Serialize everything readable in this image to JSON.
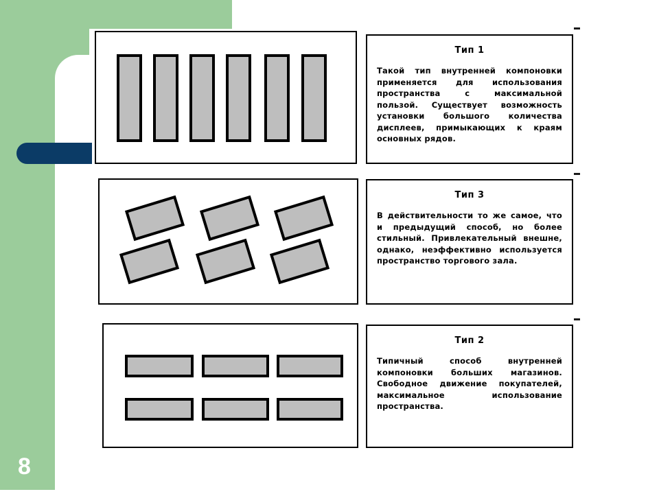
{
  "slide": {
    "page_number": "8",
    "accent_green": "#9BCC9B",
    "accent_navy": "#0B3B66",
    "shape_fill": "#BEBEBE",
    "outline_color": "#000000"
  },
  "diagrams": [
    {
      "name": "vertical-rows-layout",
      "shape_count": 6,
      "orientation": "vertical",
      "arrangement": "single row of 6 tall vertical blocks"
    },
    {
      "name": "angled-layout",
      "shape_count": 6,
      "orientation": "tilted",
      "arrangement": "3 columns by 2 rows of rectangles rotated about 17 degrees"
    },
    {
      "name": "free-flow-layout",
      "shape_count": 6,
      "orientation": "horizontal",
      "arrangement": "3 columns by 2 rows of wide horizontal blocks"
    }
  ],
  "cards": [
    {
      "title": "Тип 1",
      "body": "Такой тип внутренней компоновки применяется для использования пространства с максимальной пользой. Существует возможность установки большого количества дисплеев, примыкающих к краям основных рядов."
    },
    {
      "title": "Тип 3",
      "body": "В действительности то же самое, что и предыдущий способ, но более стильный. Привлекательный внешне, однако, неэффективно используется пространство торгового зала."
    },
    {
      "title": "Тип 2",
      "body": "Типичный способ внутренней компоновки больших магазинов. Свободное движение покупателей, максимальное использование пространства."
    }
  ]
}
